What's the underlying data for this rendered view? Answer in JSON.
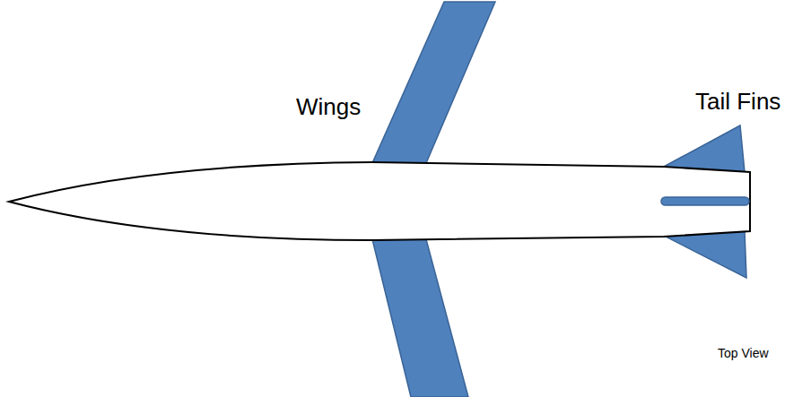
{
  "diagram": {
    "labels": [
      "Wings",
      "Tail Fins",
      "Top View"
    ]
  }
}
